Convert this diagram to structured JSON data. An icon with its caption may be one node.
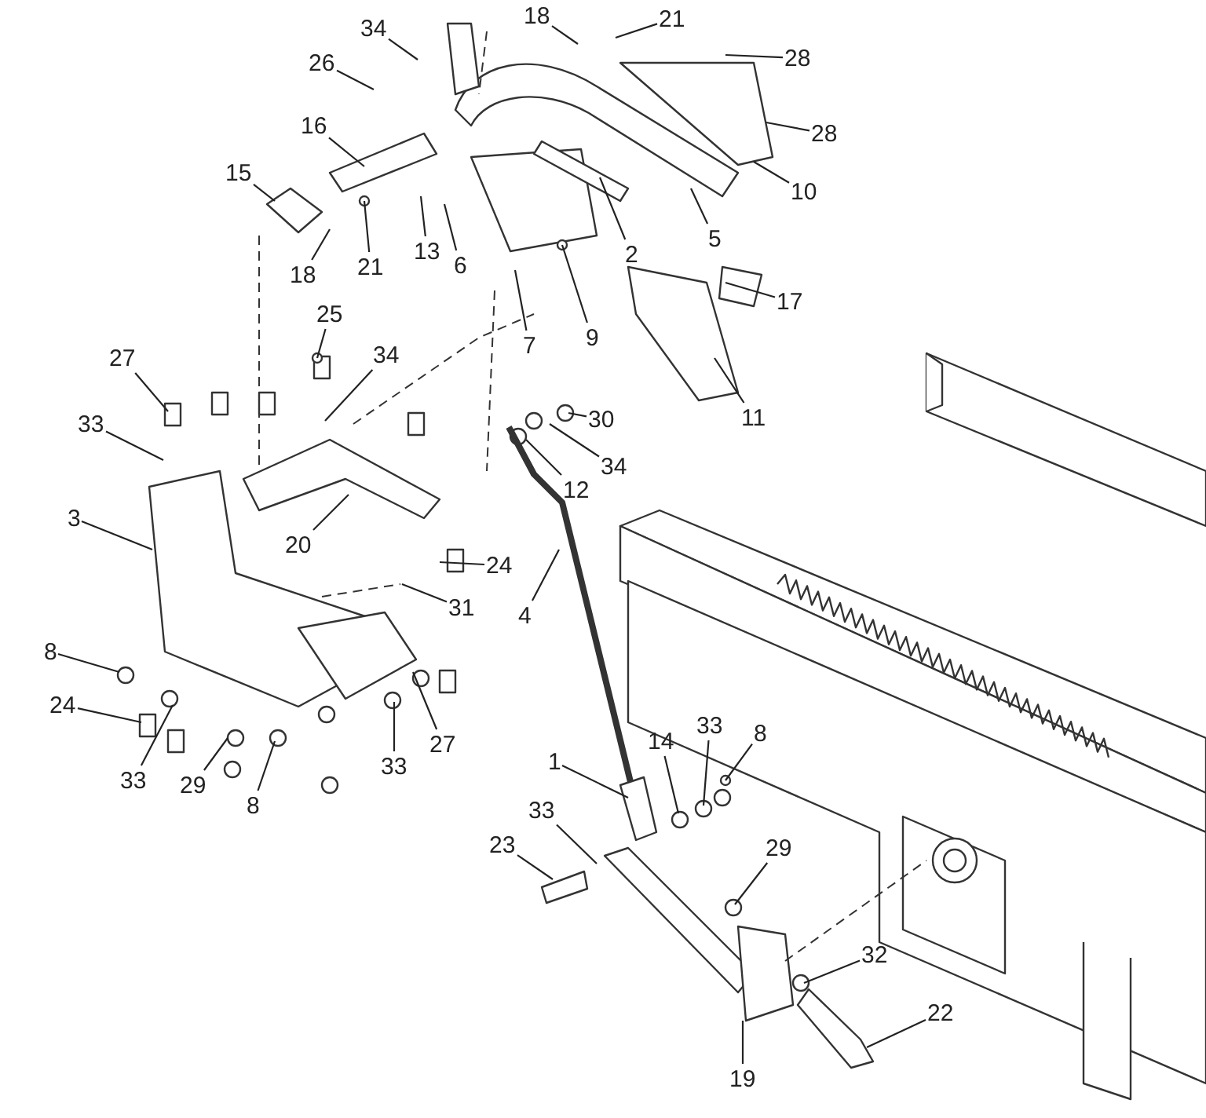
{
  "diagram": {
    "nodes": [
      {
        "text": [
          "34"
        ]
      },
      {
        "text": [
          "18"
        ]
      },
      {
        "text": [
          "21"
        ]
      },
      {
        "text": [
          "26"
        ]
      },
      {
        "text": [
          "28"
        ]
      },
      {
        "text": [
          "16"
        ]
      },
      {
        "text": [
          "28"
        ]
      },
      {
        "text": [
          "15"
        ]
      },
      {
        "text": [
          "10"
        ]
      },
      {
        "text": [
          "5"
        ]
      },
      {
        "text": [
          "18"
        ]
      },
      {
        "text": [
          "21"
        ]
      },
      {
        "text": [
          "13"
        ]
      },
      {
        "text": [
          "6"
        ]
      },
      {
        "text": [
          "2"
        ]
      },
      {
        "text": [
          "9"
        ]
      },
      {
        "text": [
          "7"
        ]
      },
      {
        "text": [
          "17"
        ]
      },
      {
        "text": [
          "27"
        ]
      },
      {
        "text": [
          "25"
        ]
      },
      {
        "text": [
          "34"
        ]
      },
      {
        "text": [
          "11"
        ]
      },
      {
        "text": [
          "30"
        ]
      },
      {
        "text": [
          "33"
        ]
      },
      {
        "text": [
          "34"
        ]
      },
      {
        "text": [
          "12"
        ]
      },
      {
        "text": [
          "3"
        ]
      },
      {
        "text": [
          "20"
        ]
      },
      {
        "text": [
          "24"
        ]
      },
      {
        "text": [
          "31"
        ]
      },
      {
        "text": [
          "4"
        ]
      },
      {
        "text": [
          "8"
        ]
      },
      {
        "text": [
          "24"
        ]
      },
      {
        "text": [
          "27"
        ]
      },
      {
        "text": [
          "33"
        ]
      },
      {
        "text": [
          "33"
        ]
      },
      {
        "text": [
          "29"
        ]
      },
      {
        "text": [
          "8"
        ]
      },
      {
        "text": [
          "1"
        ]
      },
      {
        "text": [
          "14"
        ]
      },
      {
        "text": [
          "33"
        ]
      },
      {
        "text": [
          "8"
        ]
      },
      {
        "text": [
          "33"
        ]
      },
      {
        "text": [
          "23"
        ]
      },
      {
        "text": [
          "29"
        ]
      },
      {
        "text": [
          "32"
        ]
      },
      {
        "text": [
          "22"
        ]
      },
      {
        "text": [
          "19"
        ]
      }
    ],
    "edges": [
      {
        "from": 0,
        "to": null,
        "arrow": "none"
      },
      {
        "from": 1,
        "to": null,
        "arrow": "none"
      },
      {
        "from": 2,
        "to": null,
        "arrow": "none"
      },
      {
        "from": 3,
        "to": null,
        "arrow": "none"
      },
      {
        "from": 4,
        "to": null,
        "arrow": "none"
      },
      {
        "from": 5,
        "to": null,
        "arrow": "none"
      },
      {
        "from": 6,
        "to": null,
        "arrow": "none"
      },
      {
        "from": 7,
        "to": null,
        "arrow": "none"
      },
      {
        "from": 8,
        "to": null,
        "arrow": "none"
      },
      {
        "from": 9,
        "to": null,
        "arrow": "none"
      },
      {
        "from": 10,
        "to": null,
        "arrow": "none"
      },
      {
        "from": 11,
        "to": null,
        "arrow": "none"
      },
      {
        "from": 12,
        "to": null,
        "arrow": "none"
      },
      {
        "from": 13,
        "to": null,
        "arrow": "none"
      },
      {
        "from": 14,
        "to": null,
        "arrow": "none"
      },
      {
        "from": 15,
        "to": null,
        "arrow": "none"
      },
      {
        "from": 16,
        "to": null,
        "arrow": "none"
      },
      {
        "from": 17,
        "to": null,
        "arrow": "none"
      },
      {
        "from": 18,
        "to": null,
        "arrow": "none"
      },
      {
        "from": 19,
        "to": null,
        "arrow": "none"
      },
      {
        "from": 20,
        "to": null,
        "arrow": "none"
      },
      {
        "from": 21,
        "to": null,
        "arrow": "none"
      },
      {
        "from": 22,
        "to": null,
        "arrow": "none"
      },
      {
        "from": 23,
        "to": null,
        "arrow": "none"
      },
      {
        "from": 24,
        "to": null,
        "arrow": "none"
      },
      {
        "from": 25,
        "to": null,
        "arrow": "none"
      },
      {
        "from": 26,
        "to": null,
        "arrow": "none"
      },
      {
        "from": 27,
        "to": null,
        "arrow": "none"
      },
      {
        "from": 28,
        "to": null,
        "arrow": "none"
      },
      {
        "from": 29,
        "to": null,
        "arrow": "none"
      },
      {
        "from": 30,
        "to": null,
        "arrow": "none"
      },
      {
        "from": 31,
        "to": null,
        "arrow": "none"
      },
      {
        "from": 32,
        "to": null,
        "arrow": "none"
      },
      {
        "from": 33,
        "to": null,
        "arrow": "none"
      },
      {
        "from": 34,
        "to": null,
        "arrow": "none"
      },
      {
        "from": 35,
        "to": null,
        "arrow": "none"
      },
      {
        "from": 36,
        "to": null,
        "arrow": "none"
      },
      {
        "from": 37,
        "to": null,
        "arrow": "none"
      },
      {
        "from": 38,
        "to": null,
        "arrow": "none"
      },
      {
        "from": 39,
        "to": null,
        "arrow": "none"
      },
      {
        "from": 40,
        "to": null,
        "arrow": "none"
      },
      {
        "from": 41,
        "to": null,
        "arrow": "none"
      },
      {
        "from": 42,
        "to": null,
        "arrow": "none"
      },
      {
        "from": 43,
        "to": null,
        "arrow": "none"
      },
      {
        "from": 44,
        "to": null,
        "arrow": "none"
      },
      {
        "from": 45,
        "to": null,
        "arrow": "none"
      },
      {
        "from": 46,
        "to": null,
        "arrow": "none"
      },
      {
        "from": 47,
        "to": null,
        "arrow": "none"
      }
    ]
  }
}
